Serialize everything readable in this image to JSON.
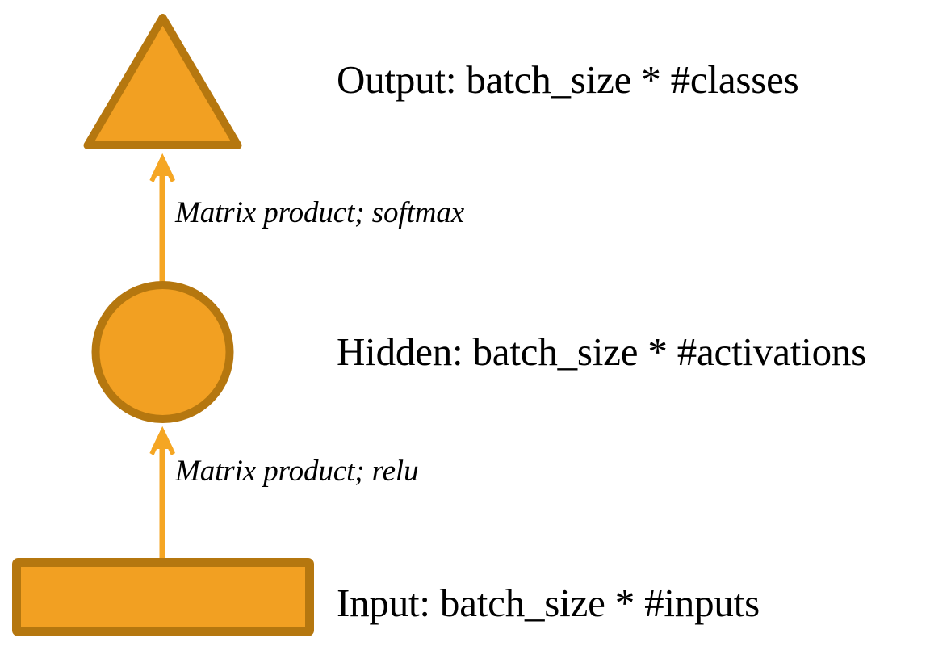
{
  "diagram": {
    "title": "Neural network layer diagram",
    "type": "flow-diagram",
    "orientation": "bottom-to-top",
    "background_color": "#ffffff",
    "palette": {
      "node_fill": "#F2A022",
      "node_stroke": "#B5770F",
      "arrow": "#F5A623",
      "text": "#000000"
    },
    "nodes": [
      {
        "id": "output",
        "shape": "triangle",
        "label": "Output: batch_size * #classes",
        "fill": "#F2A022",
        "stroke": "#B5770F"
      },
      {
        "id": "hidden",
        "shape": "circle",
        "label": "Hidden: batch_size * #activations",
        "fill": "#F2A022",
        "stroke": "#B5770F"
      },
      {
        "id": "input",
        "shape": "rectangle",
        "label": "Input: batch_size * #inputs",
        "fill": "#F2A022",
        "stroke": "#B5770F"
      }
    ],
    "edges": [
      {
        "id": "hidden-to-output",
        "from": "hidden",
        "to": "output",
        "label": "Matrix product; softmax",
        "color": "#F5A623",
        "arrowhead": "up"
      },
      {
        "id": "input-to-hidden",
        "from": "input",
        "to": "hidden",
        "label": "Matrix product; relu",
        "color": "#F5A623",
        "arrowhead": "up"
      }
    ]
  }
}
